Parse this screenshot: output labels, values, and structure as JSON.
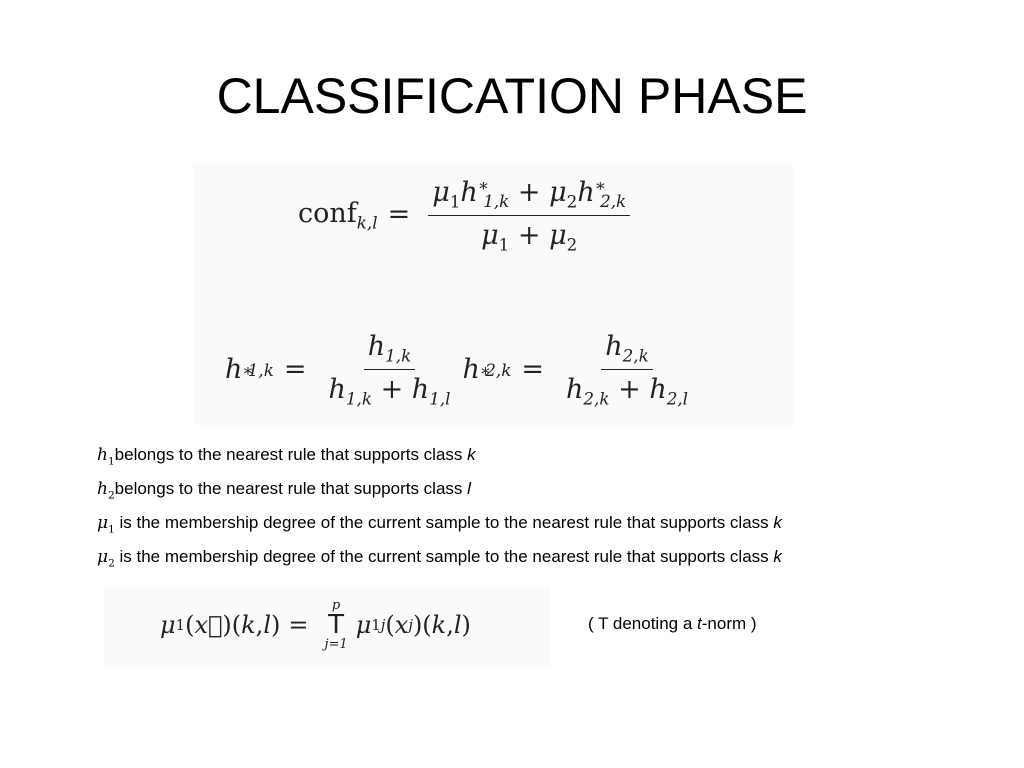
{
  "slide": {
    "title": "CLASSIFICATION PHASE"
  },
  "formulas": {
    "conf": "conf_{k,l} = (μ1 h*_{1,k} + μ2 h*_{2,k}) / (μ1 + μ2)",
    "h_star": "h*_{1,k} = h_{1,k} / (h_{1,k} + h_{1,l})   h*_{2,k} = h_{2,k} / (h_{2,k} + h_{2,l})",
    "membership": "μ1(x⃗)(k,l) = T_{j=1}^{p} μ_{1j}(x_j)(k,l)"
  },
  "descriptions": [
    {
      "symbol": "h",
      "sub": "1",
      "text": "belongs to the nearest rule that supports class ",
      "var": "k"
    },
    {
      "symbol": "h",
      "sub": "2",
      "text": "belongs to the nearest rule that supports class ",
      "var": "l"
    },
    {
      "symbol": "μ",
      "sub": "1",
      "text": " is the membership degree of the current sample to the nearest rule that supports class ",
      "var": "k"
    },
    {
      "symbol": "μ",
      "sub": "2",
      "text": " is the membership degree of the current sample to the nearest rule that supports class ",
      "var": "k"
    }
  ],
  "note": {
    "prefix": "(  T denoting a ",
    "var": "t",
    "suffix": "-norm )"
  }
}
